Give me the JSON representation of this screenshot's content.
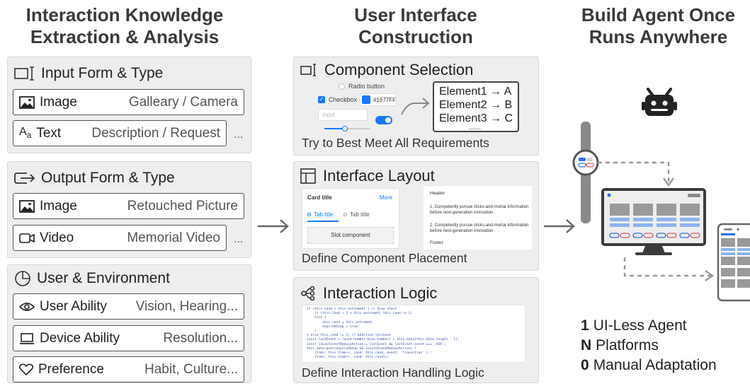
{
  "columns": {
    "left_title_1": "Interaction Knowledge",
    "left_title_2": "Extraction & Analysis",
    "mid_title_1": "User Interface",
    "mid_title_2": "Construction",
    "right_title_1": "Build Agent Once",
    "right_title_2": "Runs Anywhere"
  },
  "input_form": {
    "title": "Input Form & Type",
    "rows": [
      {
        "label": "Image",
        "value": "Galleary / Camera"
      },
      {
        "label": "Text",
        "value": "Description / Request"
      }
    ],
    "more": "..."
  },
  "output_form": {
    "title": "Output Form & Type",
    "rows": [
      {
        "label": "Image",
        "value": "Retouched Picture"
      },
      {
        "label": "Video",
        "value": "Memorial Video"
      }
    ],
    "more": "..."
  },
  "user_env": {
    "title": "User & Environment",
    "rows": [
      {
        "label": "User Ability",
        "value": "Vision, Hearing..."
      },
      {
        "label": "Device Ability",
        "value": "Resolution..."
      },
      {
        "label": "Preference",
        "value": "Habit, Culture..."
      }
    ]
  },
  "component_selection": {
    "title": "Component Selection",
    "radio": "Radio button",
    "checkbox": "Checkbox",
    "color": "#1677FF",
    "input_placeholder": "Input",
    "elements": [
      "Element1 → A",
      "Element2 → B",
      "Element3 → C"
    ],
    "elements_more": "......",
    "caption": "Try to Best Meet All Requirements"
  },
  "interface_layout": {
    "title": "Interface Layout",
    "card_title": "Card title",
    "more": "More",
    "tab1": "Tab title",
    "tab2": "Tab title",
    "slot": "Slot component",
    "header": "Header",
    "item1": "1. Competently pursue clicks-and-mortar information before next-generation innovation.",
    "item2": "2. Competently pursue clicks-and-mortar information before next-generation innovation.",
    "footer": "Footer",
    "caption": "Define Component Placement"
  },
  "interaction_logic": {
    "title": "Interaction Logic",
    "code": "if (this.cand > this.extremeX) { // Slow Start\n    if (this.cand + 2 > this.extremeX) this.cand += 2;\n    else {\n        this.cand = this.extremeX;\n        expiredStep = true;\n    }\n} else this.cand += 1; // additive increase\nconst lastEvent = (used-number.bias-number) > this.data[this.data.length - 1];\nconst isLastEventReduceAction = lastEvent && lastEvent.event === 'AIR';\nthis.data.push(expiredStep && isLastEventReduceAction) ? \n    {time: this.time++, cand: this.cand, event: 'Transition' } :\n    {time: this.time++, cand: this.cand});",
    "caption": "Define Interaction Handling Logic"
  },
  "agent": {
    "line1_num": "1",
    "line1_text": "UI-Less Agent",
    "line2_num": "N",
    "line2_text": "Platforms",
    "line3_num": "0",
    "line3_text": "Manual Adaptation"
  },
  "colors": {
    "accent": "#1677FF",
    "panel": "#eeeeee",
    "device_blue": "#2f6fe0",
    "device_red": "#e05a6a"
  }
}
